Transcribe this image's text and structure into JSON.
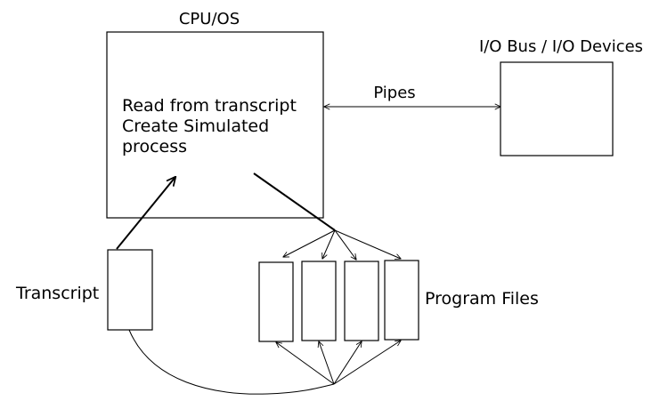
{
  "cpu": {
    "title": "CPU/OS",
    "lines": [
      "Read from transcript",
      "Create Simulated",
      "process"
    ]
  },
  "io": {
    "title": "I/O Bus / I/O Devices"
  },
  "pipes": {
    "label": "Pipes"
  },
  "transcript": {
    "label": "Transcript"
  },
  "program_files": {
    "label": "Program Files"
  }
}
